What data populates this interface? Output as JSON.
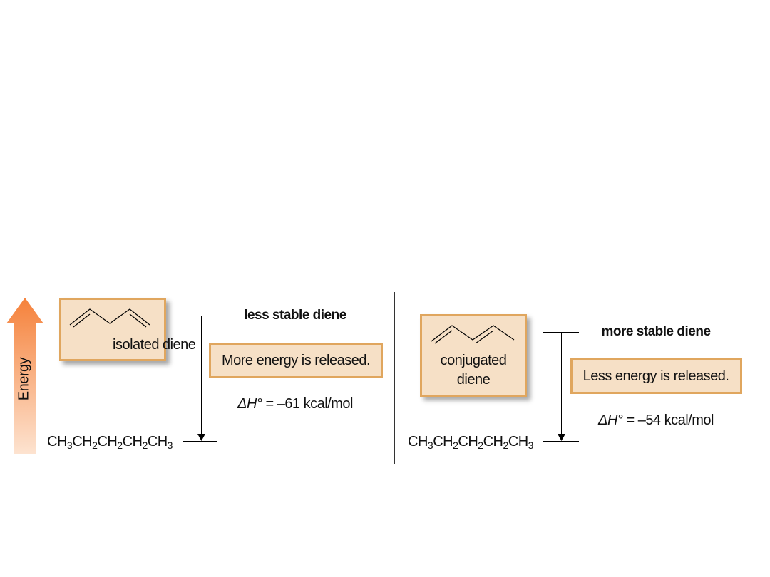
{
  "axis": {
    "label": "Energy"
  },
  "left": {
    "molecule_label": "isolated diene",
    "stability_label": "less stable diene",
    "energy_note": "More energy is released.",
    "delta_h": {
      "symbol": "ΔH°",
      "value": "= –61 kcal/mol"
    },
    "product": {
      "parts": [
        "CH",
        "3",
        "CH",
        "2",
        "CH",
        "2",
        "CH",
        "2",
        "CH",
        "3"
      ]
    }
  },
  "right": {
    "molecule_label_line1": "conjugated",
    "molecule_label_line2": "diene",
    "stability_label": "more stable diene",
    "energy_note": "Less energy is released.",
    "delta_h": {
      "symbol": "ΔH°",
      "value": "= –54 kcal/mol"
    },
    "product": {
      "parts": [
        "CH",
        "3",
        "CH",
        "2",
        "CH",
        "2",
        "CH",
        "2",
        "CH",
        "3"
      ]
    }
  },
  "colors": {
    "box_fill": "#f6e0c6",
    "box_border": "#e0a65e",
    "arrow_top": "#f5813a",
    "arrow_bottom": "#fde3d0"
  }
}
